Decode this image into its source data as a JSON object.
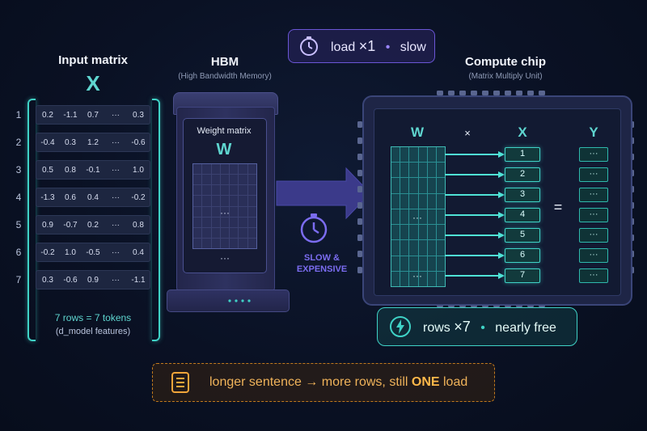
{
  "top_pill": {
    "load": "load",
    "count": "×1",
    "sep": "•",
    "speed": "slow"
  },
  "input": {
    "title": "Input matrix",
    "symbol": "X",
    "row_labels": [
      "1",
      "2",
      "3",
      "4",
      "5",
      "6",
      "7"
    ],
    "rows": [
      [
        "0.2",
        "-1.1",
        "0.7",
        "···",
        "0.3"
      ],
      [
        "-0.4",
        "0.3",
        "1.2",
        "···",
        "-0.6"
      ],
      [
        "0.5",
        "0.8",
        "-0.1",
        "···",
        "1.0"
      ],
      [
        "-1.3",
        "0.6",
        "0.4",
        "···",
        "-0.2"
      ],
      [
        "0.9",
        "-0.7",
        "0.2",
        "···",
        "0.8"
      ],
      [
        "-0.2",
        "1.0",
        "-0.5",
        "···",
        "0.4"
      ],
      [
        "0.3",
        "-0.6",
        "0.9",
        "···",
        "-1.1"
      ]
    ],
    "tokens_label": "7 rows = 7 tokens",
    "features_label": "(d_model features)"
  },
  "hbm": {
    "title": "HBM",
    "subtitle": "(High Bandwidth Memory)",
    "screen_title": "Weight matrix",
    "symbol": "W",
    "ellipsis": "···"
  },
  "transfer": {
    "label_line1": "SLOW &",
    "label_line2": "EXPENSIVE"
  },
  "chip": {
    "title": "Compute chip",
    "subtitle": "(Matrix Multiply Unit)",
    "w_label": "W",
    "times": "×",
    "x_label": "X",
    "y_label": "Y",
    "equals": "=",
    "x_rows": [
      "1",
      "2",
      "3",
      "4",
      "5",
      "6",
      "7"
    ],
    "y_cell": "···",
    "ellipsis": "···"
  },
  "rows_pill": {
    "rows": "rows",
    "count": "×7",
    "sep": "•",
    "cost": "nearly free"
  },
  "banner": {
    "text_pre": "longer sentence → more rows, still ",
    "text_strong": "ONE",
    "text_post": " load"
  },
  "colors": {
    "teal_accent": "#3fd2c6",
    "purple_accent": "#6b56d6",
    "orange_accent": "#f0b35a",
    "background": "#0a1124"
  },
  "icons": {
    "top_pill": "stopwatch-icon",
    "rows_pill": "lightning-icon",
    "banner": "document-list-icon"
  }
}
